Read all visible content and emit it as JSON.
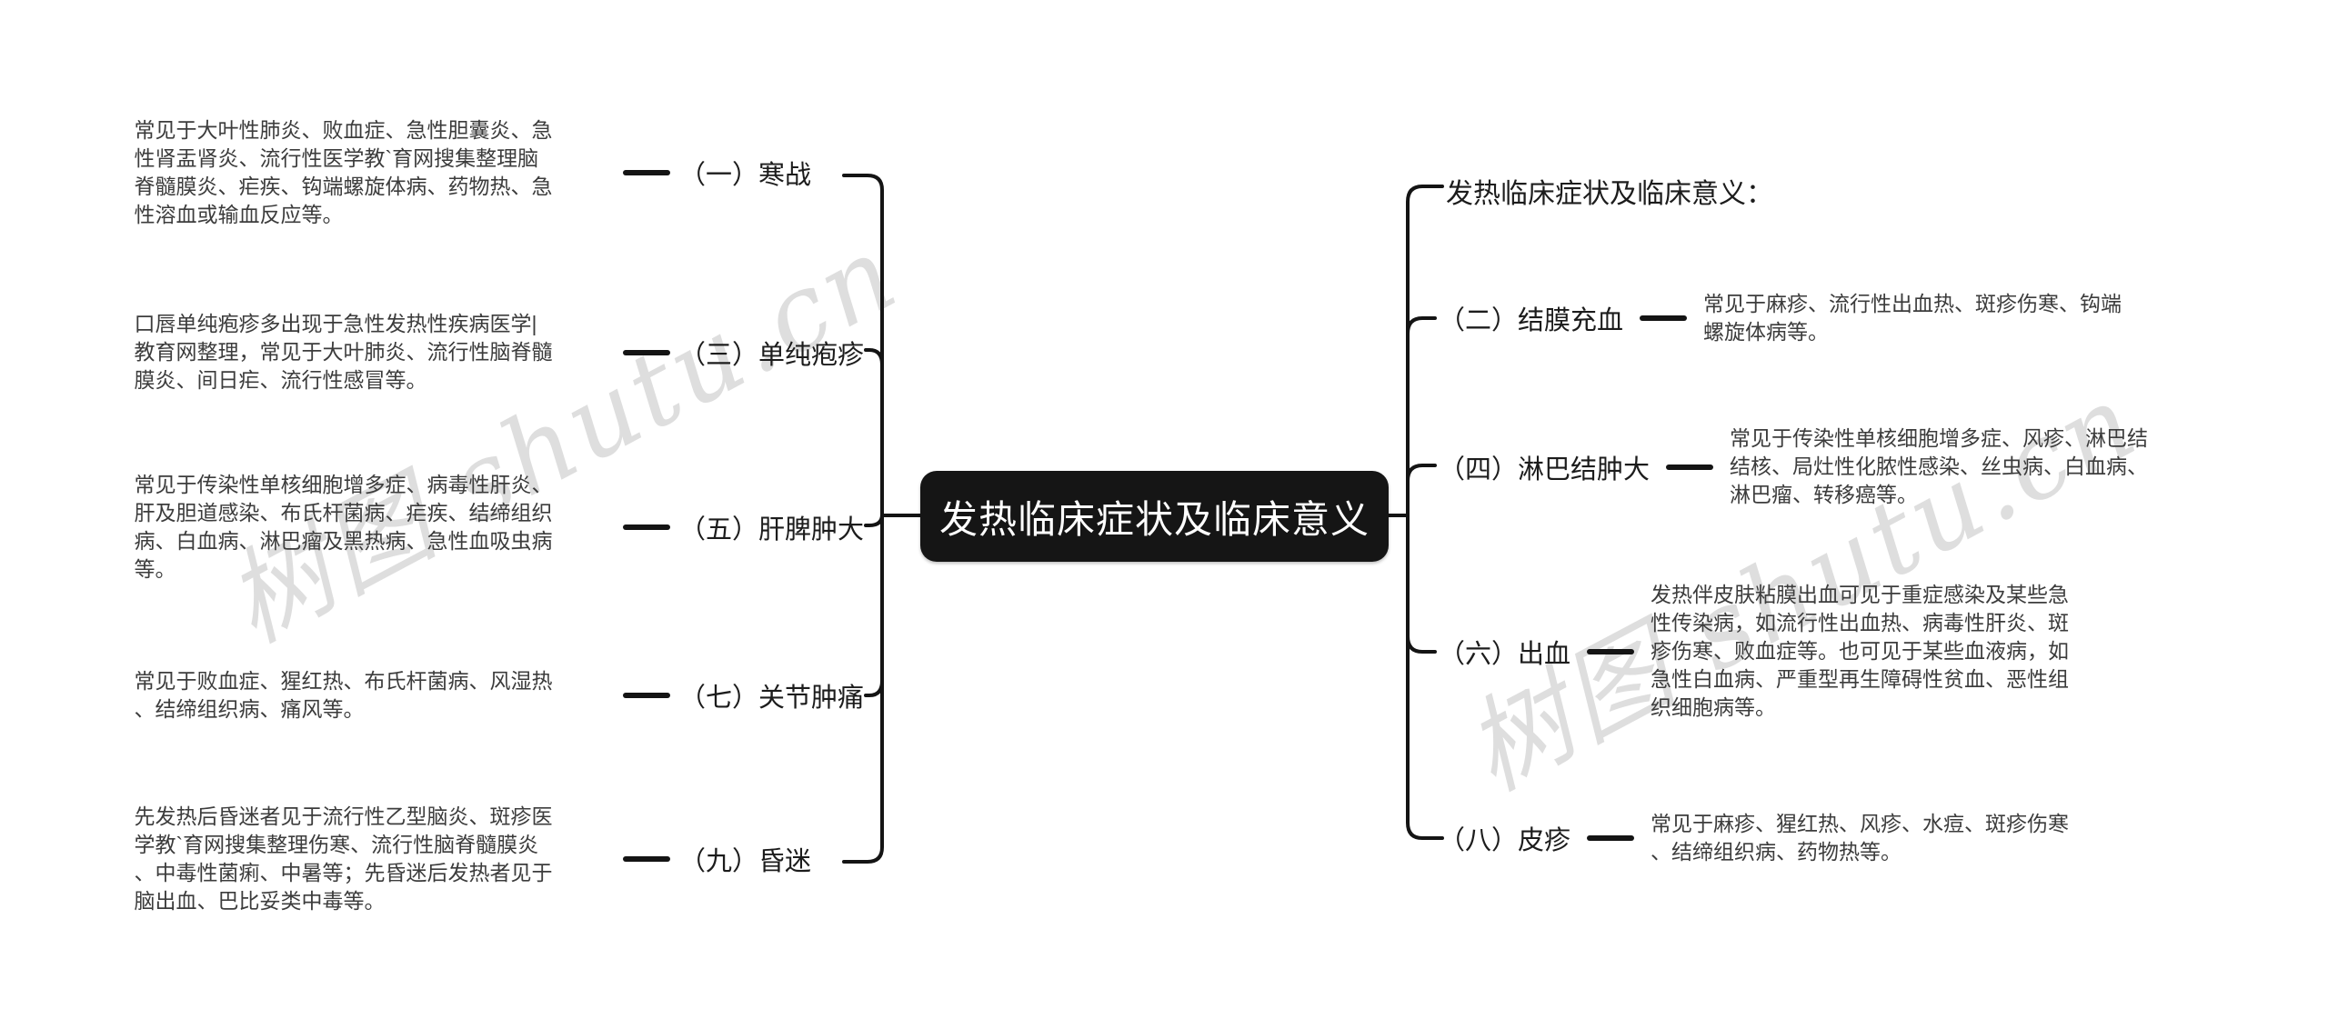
{
  "center": {
    "title": "发热临床症状及临床意义"
  },
  "right_header": "发热临床症状及临床意义：",
  "watermark": {
    "text": "树图 shutu.cn"
  },
  "left": {
    "items": [
      {
        "label": "（一）寒战",
        "desc": "常见于大叶性肺炎、败血症、急性胆囊炎、急\n性肾盂肾炎、流行性医学教`育网搜集整理脑\n脊髓膜炎、疟疾、钩端螺旋体病、药物热、急\n性溶血或输血反应等。"
      },
      {
        "label": "（三）单纯疱疹",
        "desc": "口唇单纯疱疹多出现于急性发热性疾病医学|\n教育网整理，常见于大叶肺炎、流行性脑脊髓\n膜炎、间日疟、流行性感冒等。"
      },
      {
        "label": "（五）肝脾肿大",
        "desc": "常见于传染性单核细胞增多症、病毒性肝炎、\n肝及胆道感染、布氏杆菌病、疟疾、结缔组织\n病、白血病、淋巴瘤及黑热病、急性血吸虫病\n等。"
      },
      {
        "label": "（七）关节肿痛",
        "desc": "常见于败血症、猩红热、布氏杆菌病、风湿热\n、结缔组织病、痛风等。"
      },
      {
        "label": "（九）昏迷",
        "desc": "先发热后昏迷者见于流行性乙型脑炎、斑疹医\n学教`育网搜集整理伤寒、流行性脑脊髓膜炎\n、中毒性菌痢、中暑等；先昏迷后发热者见于\n脑出血、巴比妥类中毒等。"
      }
    ]
  },
  "right": {
    "items": [
      {
        "label": "（二）结膜充血",
        "desc": "常见于麻疹、流行性出血热、斑疹伤寒、钩端\n螺旋体病等。"
      },
      {
        "label": "（四）淋巴结肿大",
        "desc": "常见于传染性单核细胞增多症、风疹、淋巴结\n结核、局灶性化脓性感染、丝虫病、白血病、\n淋巴瘤、转移癌等。"
      },
      {
        "label": "（六）出血",
        "desc": "发热伴皮肤粘膜出血可见于重症感染及某些急\n性传染病，如流行性出血热、病毒性肝炎、斑\n疹伤寒、败血症等。也可见于某些血液病，如\n急性白血病、严重型再生障碍性贫血、恶性组\n织细胞病等。"
      },
      {
        "label": "（八）皮疹",
        "desc": "常见于麻疹、猩红热、风疹、水痘、斑疹伤寒\n、结缔组织病、药物热等。"
      }
    ]
  },
  "colors": {
    "background": "#ffffff",
    "line": "#141414",
    "center_node_bg": "#151515",
    "center_node_text": "#ffffff",
    "label_text": "#1c1c1c",
    "desc_text": "#3c3c3c",
    "watermark": "#dddddd"
  }
}
